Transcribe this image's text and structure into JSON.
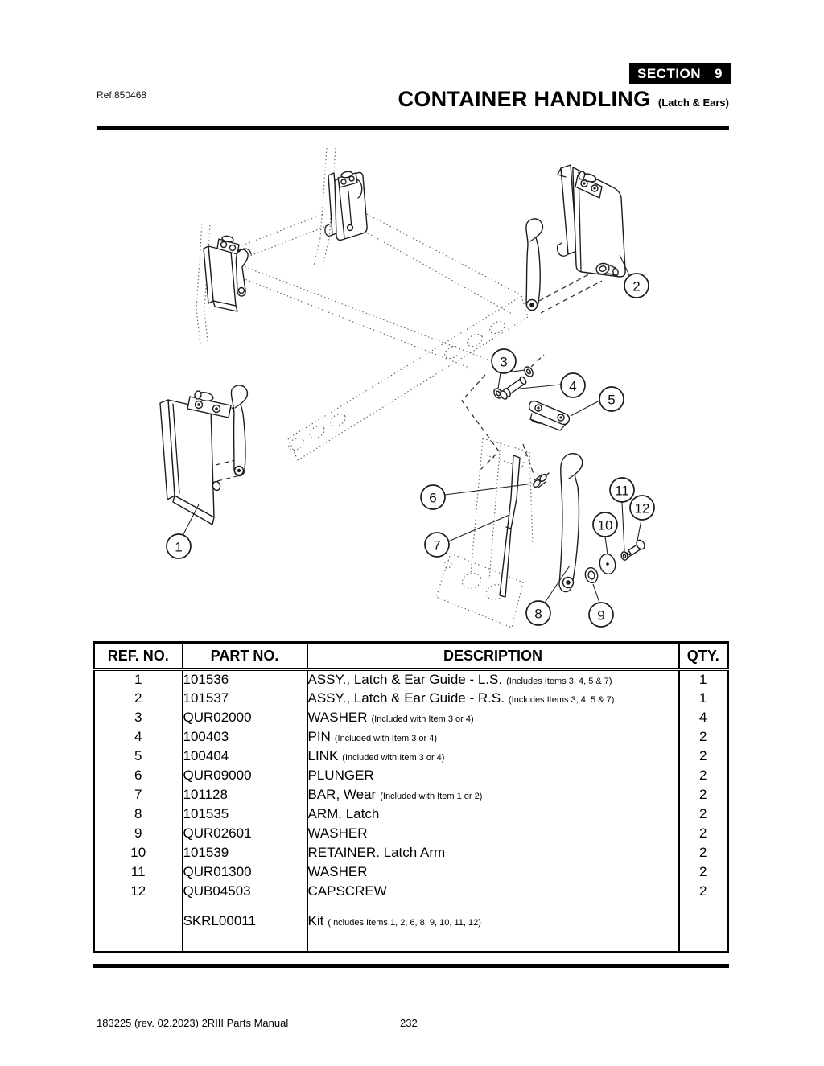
{
  "header": {
    "ref_label": "Ref.850468",
    "section_word": "SECTION",
    "section_number": "9",
    "title": "CONTAINER HANDLING",
    "subtitle": "(Latch & Ears)"
  },
  "diagram": {
    "callouts": [
      "1",
      "2",
      "3",
      "4",
      "5",
      "6",
      "7",
      "8",
      "9",
      "10",
      "11",
      "12"
    ]
  },
  "table": {
    "headers": {
      "ref": "REF. NO.",
      "part": "PART NO.",
      "desc": "DESCRIPTION",
      "qty": "QTY."
    },
    "rows": [
      {
        "ref": "1",
        "part": "101536",
        "desc": "ASSY., Latch & Ear Guide - L.S.",
        "note": "(Includes Items 3, 4, 5 & 7)",
        "qty": "1"
      },
      {
        "ref": "2",
        "part": "101537",
        "desc": "ASSY., Latch & Ear Guide - R.S.",
        "note": "(Includes Items 3, 4, 5 & 7)",
        "qty": "1"
      },
      {
        "ref": "3",
        "part": "QUR02000",
        "desc": "WASHER",
        "note": "(Included with Item 3 or 4)",
        "qty": "4"
      },
      {
        "ref": "4",
        "part": "100403",
        "desc": "PIN",
        "note": "(Included with Item 3 or 4)",
        "qty": "2"
      },
      {
        "ref": "5",
        "part": "100404",
        "desc": "LINK",
        "note": "(Included with Item 3 or 4)",
        "qty": "2"
      },
      {
        "ref": "6",
        "part": "QUR09000",
        "desc": "PLUNGER",
        "note": "",
        "qty": "2"
      },
      {
        "ref": "7",
        "part": "101128",
        "desc": "BAR, Wear",
        "note": "(Included with Item 1 or 2)",
        "qty": "2"
      },
      {
        "ref": "8",
        "part": "101535",
        "desc": "ARM. Latch",
        "note": "",
        "qty": "2"
      },
      {
        "ref": "9",
        "part": "QUR02601",
        "desc": "WASHER",
        "note": "",
        "qty": "2"
      },
      {
        "ref": "10",
        "part": "101539",
        "desc": "RETAINER. Latch Arm",
        "note": "",
        "qty": "2"
      },
      {
        "ref": "11",
        "part": "QUR01300",
        "desc": "WASHER",
        "note": "",
        "qty": "2"
      },
      {
        "ref": "12",
        "part": "QUB04503",
        "desc": "CAPSCREW",
        "note": "",
        "qty": "2"
      }
    ],
    "kit_row": {
      "ref": "",
      "part": "SKRL00011",
      "desc": "Kit",
      "note": "(Includes Items 1, 2, 6, 8, 9, 10, 11, 12)",
      "qty": ""
    }
  },
  "footer": {
    "doc": "183225  (rev. 02.2023) 2RIII Parts Manual",
    "page": "232"
  }
}
